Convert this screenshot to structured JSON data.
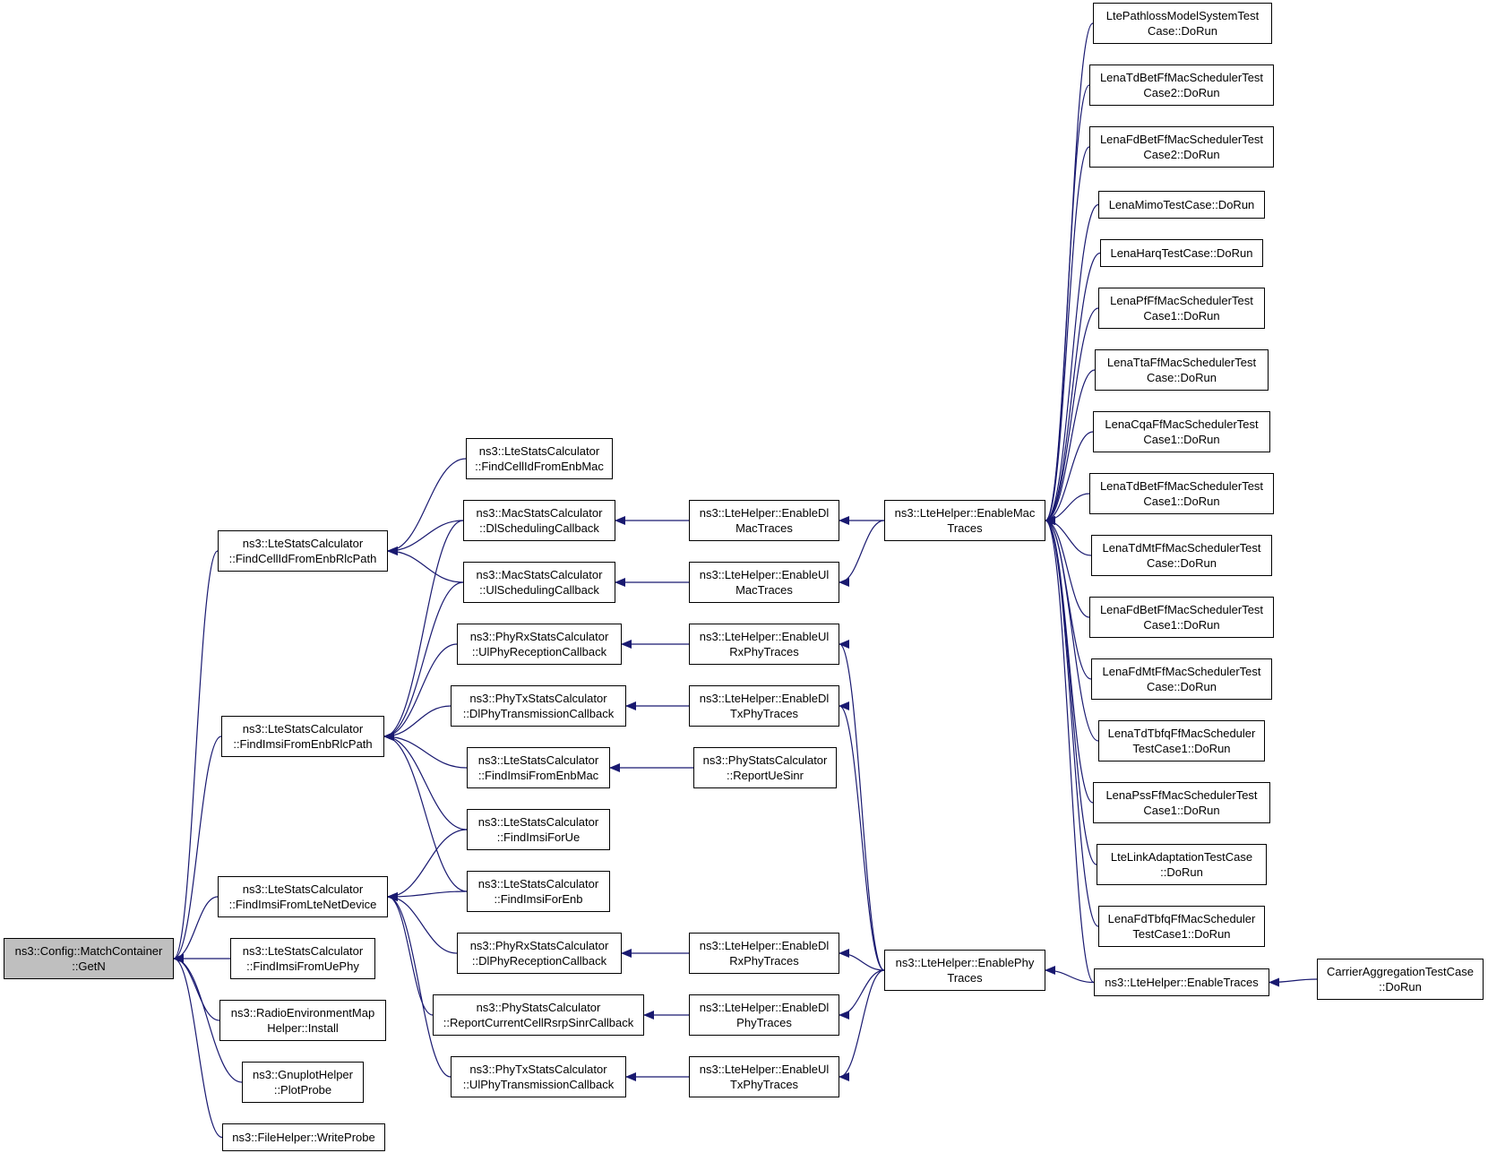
{
  "colors": {
    "edge": "#191970",
    "root_fill": "#bfbfbf",
    "node_fill": "#ffffff",
    "border": "#000000"
  },
  "nodes": [
    {
      "id": "root",
      "lines": [
        "ns3::Config::MatchContainer",
        "::GetN"
      ],
      "root": true
    },
    {
      "id": "fcid_rlc",
      "lines": [
        "ns3::LteStatsCalculator",
        "::FindCellIdFromEnbRlcPath"
      ]
    },
    {
      "id": "fimsi_rlc",
      "lines": [
        "ns3::LteStatsCalculator",
        "::FindImsiFromEnbRlcPath"
      ]
    },
    {
      "id": "fimsi_lte",
      "lines": [
        "ns3::LteStatsCalculator",
        "::FindImsiFromLteNetDevice"
      ]
    },
    {
      "id": "fimsi_uephy",
      "lines": [
        "ns3::LteStatsCalculator",
        "::FindImsiFromUePhy"
      ]
    },
    {
      "id": "remh",
      "lines": [
        "ns3::RadioEnvironmentMap",
        "Helper::Install"
      ]
    },
    {
      "id": "gnuplot",
      "lines": [
        "ns3::GnuplotHelper",
        "::PlotProbe"
      ]
    },
    {
      "id": "filehelper",
      "lines": [
        "ns3::FileHelper::WriteProbe"
      ]
    },
    {
      "id": "fcid_mac",
      "lines": [
        "ns3::LteStatsCalculator",
        "::FindCellIdFromEnbMac"
      ]
    },
    {
      "id": "mac_dl",
      "lines": [
        "ns3::MacStatsCalculator",
        "::DlSchedulingCallback"
      ]
    },
    {
      "id": "mac_ul",
      "lines": [
        "ns3::MacStatsCalculator",
        "::UlSchedulingCallback"
      ]
    },
    {
      "id": "phyrx_ul",
      "lines": [
        "ns3::PhyRxStatsCalculator",
        "::UlPhyReceptionCallback"
      ]
    },
    {
      "id": "phytx_dl",
      "lines": [
        "ns3::PhyTxStatsCalculator",
        "::DlPhyTransmissionCallback"
      ]
    },
    {
      "id": "fimsi_enbmac",
      "lines": [
        "ns3::LteStatsCalculator",
        "::FindImsiFromEnbMac"
      ]
    },
    {
      "id": "fimsi_ue",
      "lines": [
        "ns3::LteStatsCalculator",
        "::FindImsiForUe"
      ]
    },
    {
      "id": "fimsi_enb",
      "lines": [
        "ns3::LteStatsCalculator",
        "::FindImsiForEnb"
      ]
    },
    {
      "id": "phyrx_dl",
      "lines": [
        "ns3::PhyRxStatsCalculator",
        "::DlPhyReceptionCallback"
      ]
    },
    {
      "id": "physt_rep",
      "lines": [
        "ns3::PhyStatsCalculator",
        "::ReportCurrentCellRsrpSinrCallback"
      ]
    },
    {
      "id": "phytx_ul",
      "lines": [
        "ns3::PhyTxStatsCalculator",
        "::UlPhyTransmissionCallback"
      ]
    },
    {
      "id": "h_dlmac",
      "lines": [
        "ns3::LteHelper::EnableDl",
        "MacTraces"
      ]
    },
    {
      "id": "h_ulmac",
      "lines": [
        "ns3::LteHelper::EnableUl",
        "MacTraces"
      ]
    },
    {
      "id": "h_ulrx",
      "lines": [
        "ns3::LteHelper::EnableUl",
        "RxPhyTraces"
      ]
    },
    {
      "id": "h_dltx",
      "lines": [
        "ns3::LteHelper::EnableDl",
        "TxPhyTraces"
      ]
    },
    {
      "id": "ph_sinr",
      "lines": [
        "ns3::PhyStatsCalculator",
        "::ReportUeSinr"
      ]
    },
    {
      "id": "h_dlrx",
      "lines": [
        "ns3::LteHelper::EnableDl",
        "RxPhyTraces"
      ]
    },
    {
      "id": "h_dlphy",
      "lines": [
        "ns3::LteHelper::EnableDl",
        "PhyTraces"
      ]
    },
    {
      "id": "h_ultx",
      "lines": [
        "ns3::LteHelper::EnableUl",
        "TxPhyTraces"
      ]
    },
    {
      "id": "h_mac",
      "lines": [
        "ns3::LteHelper::EnableMac",
        "Traces"
      ]
    },
    {
      "id": "h_phy",
      "lines": [
        "ns3::LteHelper::EnablePhy",
        "Traces"
      ]
    },
    {
      "id": "h_traces",
      "lines": [
        "ns3::LteHelper::EnableTraces"
      ]
    },
    {
      "id": "carrier",
      "lines": [
        "CarrierAggregationTestCase",
        "::DoRun"
      ]
    },
    {
      "id": "t_pathloss",
      "lines": [
        "LtePathlossModelSystemTest",
        "Case::DoRun"
      ]
    },
    {
      "id": "t_tdbet2",
      "lines": [
        "LenaTdBetFfMacSchedulerTest",
        "Case2::DoRun"
      ]
    },
    {
      "id": "t_fdbet2",
      "lines": [
        "LenaFdBetFfMacSchedulerTest",
        "Case2::DoRun"
      ]
    },
    {
      "id": "t_mimo",
      "lines": [
        "LenaMimoTestCase::DoRun"
      ]
    },
    {
      "id": "t_harq",
      "lines": [
        "LenaHarqTestCase::DoRun"
      ]
    },
    {
      "id": "t_pf1",
      "lines": [
        "LenaPfFfMacSchedulerTest",
        "Case1::DoRun"
      ]
    },
    {
      "id": "t_tta",
      "lines": [
        "LenaTtaFfMacSchedulerTest",
        "Case::DoRun"
      ]
    },
    {
      "id": "t_cqa1",
      "lines": [
        "LenaCqaFfMacSchedulerTest",
        "Case1::DoRun"
      ]
    },
    {
      "id": "t_tdbet1",
      "lines": [
        "LenaTdBetFfMacSchedulerTest",
        "Case1::DoRun"
      ]
    },
    {
      "id": "t_tdmt",
      "lines": [
        "LenaTdMtFfMacSchedulerTest",
        "Case::DoRun"
      ]
    },
    {
      "id": "t_fdbet1",
      "lines": [
        "LenaFdBetFfMacSchedulerTest",
        "Case1::DoRun"
      ]
    },
    {
      "id": "t_fdmt",
      "lines": [
        "LenaFdMtFfMacSchedulerTest",
        "Case::DoRun"
      ]
    },
    {
      "id": "t_tdtbfq",
      "lines": [
        "LenaTdTbfqFfMacScheduler",
        "TestCase1::DoRun"
      ]
    },
    {
      "id": "t_pss1",
      "lines": [
        "LenaPssFfMacSchedulerTest",
        "Case1::DoRun"
      ]
    },
    {
      "id": "t_linkad",
      "lines": [
        "LteLinkAdaptationTestCase",
        "::DoRun"
      ]
    },
    {
      "id": "t_fdtbfq",
      "lines": [
        "LenaFdTbfqFfMacScheduler",
        "TestCase1::DoRun"
      ]
    }
  ],
  "edges": [
    [
      "fcid_rlc",
      "root"
    ],
    [
      "fimsi_rlc",
      "root"
    ],
    [
      "fimsi_lte",
      "root"
    ],
    [
      "fimsi_uephy",
      "root"
    ],
    [
      "remh",
      "root"
    ],
    [
      "gnuplot",
      "root"
    ],
    [
      "filehelper",
      "root"
    ],
    [
      "fcid_mac",
      "fcid_rlc"
    ],
    [
      "mac_dl",
      "fcid_rlc"
    ],
    [
      "mac_ul",
      "fcid_rlc"
    ],
    [
      "mac_dl",
      "fimsi_rlc"
    ],
    [
      "mac_ul",
      "fimsi_rlc"
    ],
    [
      "phyrx_ul",
      "fimsi_rlc"
    ],
    [
      "phytx_dl",
      "fimsi_rlc"
    ],
    [
      "fimsi_enbmac",
      "fimsi_rlc"
    ],
    [
      "fimsi_ue",
      "fimsi_rlc"
    ],
    [
      "fimsi_enb",
      "fimsi_rlc"
    ],
    [
      "fimsi_ue",
      "fimsi_lte"
    ],
    [
      "fimsi_enb",
      "fimsi_lte"
    ],
    [
      "phyrx_dl",
      "fimsi_lte"
    ],
    [
      "physt_rep",
      "fimsi_lte"
    ],
    [
      "phytx_ul",
      "fimsi_lte"
    ],
    [
      "h_dlmac",
      "mac_dl"
    ],
    [
      "h_ulmac",
      "mac_ul"
    ],
    [
      "h_ulrx",
      "phyrx_ul"
    ],
    [
      "h_dltx",
      "phytx_dl"
    ],
    [
      "ph_sinr",
      "fimsi_enbmac"
    ],
    [
      "h_dlrx",
      "phyrx_dl"
    ],
    [
      "h_dlphy",
      "physt_rep"
    ],
    [
      "h_ultx",
      "phytx_ul"
    ],
    [
      "h_mac",
      "h_dlmac"
    ],
    [
      "h_mac",
      "h_ulmac"
    ],
    [
      "h_phy",
      "h_ulrx"
    ],
    [
      "h_phy",
      "h_dltx"
    ],
    [
      "h_phy",
      "h_dlrx"
    ],
    [
      "h_phy",
      "h_dlphy"
    ],
    [
      "h_phy",
      "h_ultx"
    ],
    [
      "t_pathloss",
      "h_mac"
    ],
    [
      "t_tdbet2",
      "h_mac"
    ],
    [
      "t_fdbet2",
      "h_mac"
    ],
    [
      "t_mimo",
      "h_mac"
    ],
    [
      "t_harq",
      "h_mac"
    ],
    [
      "t_pf1",
      "h_mac"
    ],
    [
      "t_tta",
      "h_mac"
    ],
    [
      "t_cqa1",
      "h_mac"
    ],
    [
      "t_tdbet1",
      "h_mac"
    ],
    [
      "t_tdmt",
      "h_mac"
    ],
    [
      "t_fdbet1",
      "h_mac"
    ],
    [
      "t_fdmt",
      "h_mac"
    ],
    [
      "t_tdtbfq",
      "h_mac"
    ],
    [
      "t_pss1",
      "h_mac"
    ],
    [
      "t_linkad",
      "h_mac"
    ],
    [
      "t_fdtbfq",
      "h_mac"
    ],
    [
      "h_traces",
      "h_mac"
    ],
    [
      "h_traces",
      "h_phy"
    ],
    [
      "carrier",
      "h_traces"
    ]
  ]
}
